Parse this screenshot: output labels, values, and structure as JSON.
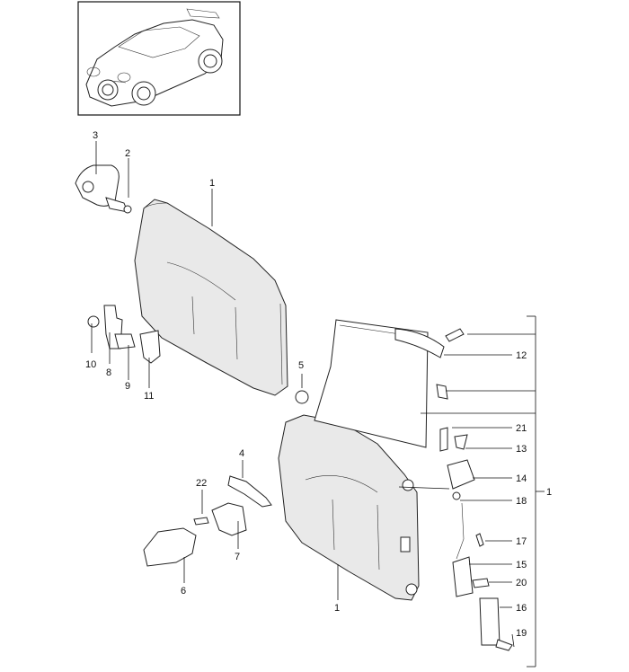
{
  "diagram": {
    "callouts": [
      {
        "id": "c3",
        "text": "3"
      },
      {
        "id": "c2",
        "text": "2"
      },
      {
        "id": "c1a",
        "text": "1"
      },
      {
        "id": "c10",
        "text": "10"
      },
      {
        "id": "c8",
        "text": "8"
      },
      {
        "id": "c9",
        "text": "9"
      },
      {
        "id": "c11",
        "text": "11"
      },
      {
        "id": "c5",
        "text": "5"
      },
      {
        "id": "c12",
        "text": "12"
      },
      {
        "id": "c21",
        "text": "21"
      },
      {
        "id": "c13",
        "text": "13"
      },
      {
        "id": "c14",
        "text": "14"
      },
      {
        "id": "c18",
        "text": "18"
      },
      {
        "id": "c1b",
        "text": "1"
      },
      {
        "id": "c4",
        "text": "4"
      },
      {
        "id": "c22",
        "text": "22"
      },
      {
        "id": "c7",
        "text": "7"
      },
      {
        "id": "c6",
        "text": "6"
      },
      {
        "id": "c1c",
        "text": "1"
      },
      {
        "id": "c17",
        "text": "17"
      },
      {
        "id": "c15",
        "text": "15"
      },
      {
        "id": "c20",
        "text": "20"
      },
      {
        "id": "c16",
        "text": "16"
      },
      {
        "id": "c19",
        "text": "19"
      }
    ]
  }
}
